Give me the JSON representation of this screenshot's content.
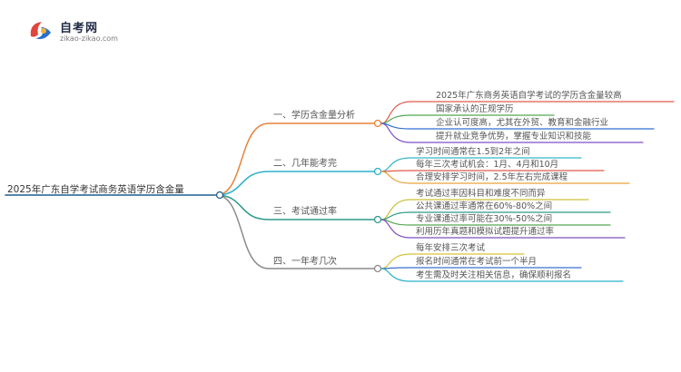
{
  "logo": {
    "title": "自考网",
    "url": "zikao-zikao.com"
  },
  "colors": {
    "root": "#1f5f8f",
    "branches": [
      "#e8823a",
      "#2bb0c9",
      "#2e9a8a",
      "#8a8a8a"
    ],
    "leaves": [
      [
        "#e05a4a",
        "#54a84f",
        "#2f6fd0",
        "#7c4fc4"
      ],
      [
        "#35b7c4",
        "#e05a4a",
        "#e8a23a"
      ],
      [
        "#c9c23a",
        "#2e9a8a",
        "#54a84f",
        "#7c4fc4"
      ],
      [
        "#d8c23a",
        "#3a6fd0",
        "#2bb0c9"
      ]
    ]
  },
  "mindmap": {
    "root": "2025年广东自学考试商务英语学历含金量",
    "branches": [
      {
        "label": "一、学历含金量分析",
        "items": [
          "2025年广东商务英语自学考试的学历含金量较高",
          "国家承认的正规学历",
          "企业认可度高，尤其在外贸、教育和金融行业",
          "提升就业竞争优势，掌握专业知识和技能"
        ]
      },
      {
        "label": "二、几年能考完",
        "items": [
          "学习时间通常在1.5到2年之间",
          "每年三次考试机会：1月、4月和10月",
          "合理安排学习时间，2.5年左右完成课程"
        ]
      },
      {
        "label": "三、考试通过率",
        "items": [
          "考试通过率因科目和难度不同而异",
          "公共课通过率通常在60%-80%之间",
          "专业课通过率可能在30%-50%之间",
          "利用历年真题和模拟试题提升通过率"
        ]
      },
      {
        "label": "四、一年考几次",
        "items": [
          "每年安排三次考试",
          "报名时间通常在考试前一个半月",
          "考生需及时关注相关信息，确保顺利报名"
        ]
      }
    ]
  }
}
